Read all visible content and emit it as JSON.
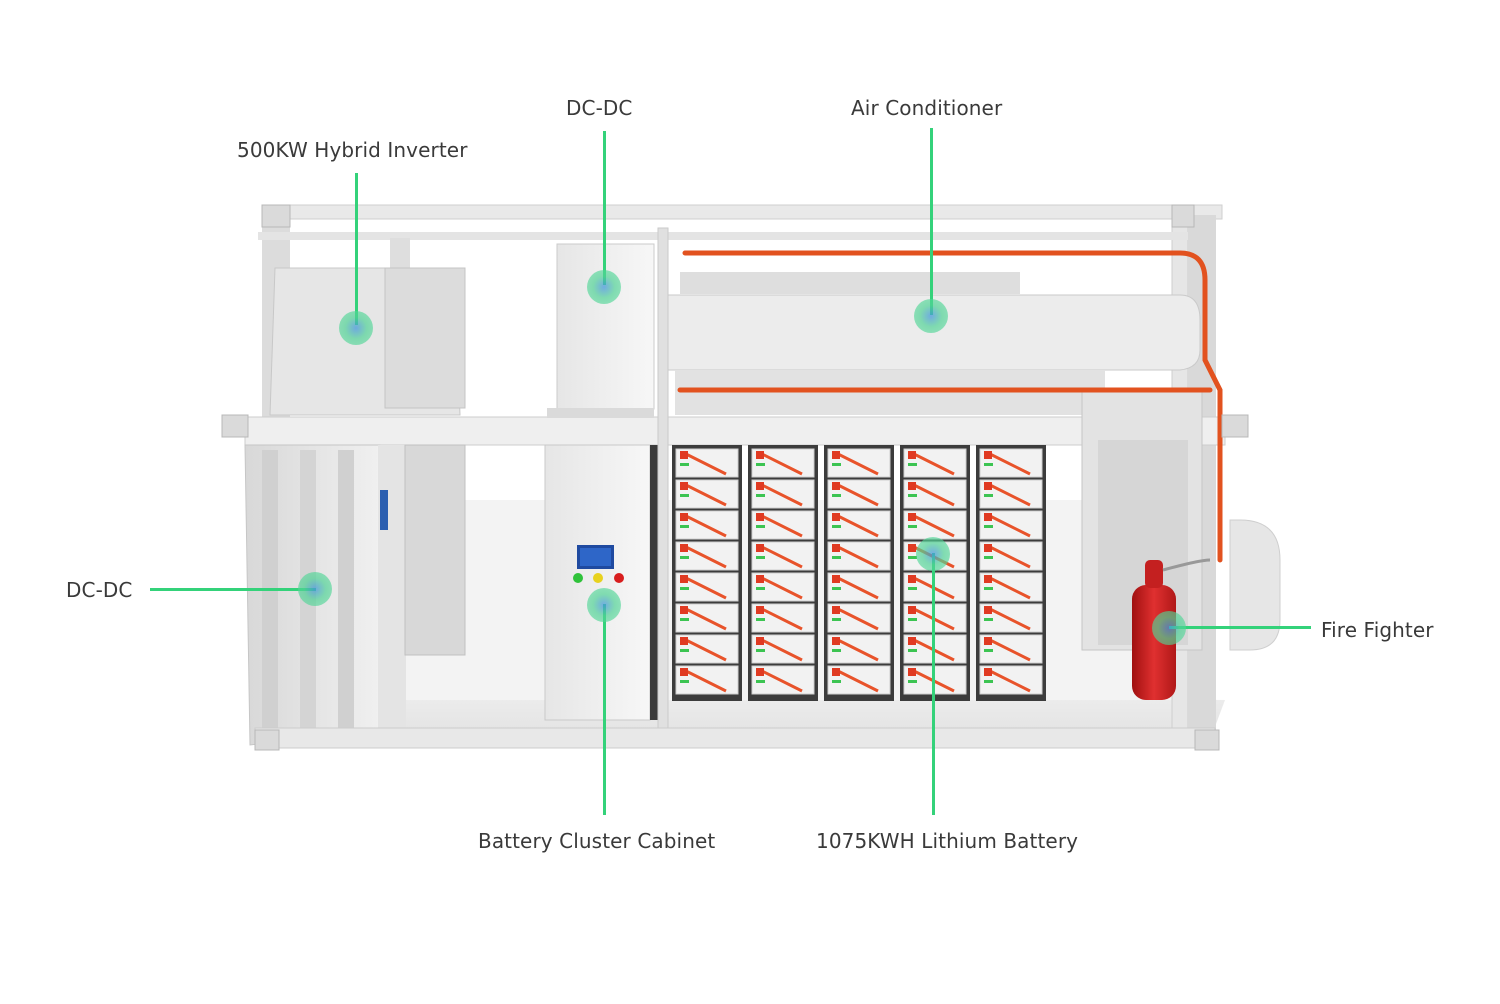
{
  "diagram": {
    "subject": "Containerized battery energy storage system",
    "accent_color": "#34d27a",
    "callouts": [
      {
        "id": "hybrid-inverter",
        "label": "500KW Hybrid Inverter"
      },
      {
        "id": "dcdc-top",
        "label": "DC-DC"
      },
      {
        "id": "air-conditioner",
        "label": "Air Conditioner"
      },
      {
        "id": "dcdc-left",
        "label": "DC-DC"
      },
      {
        "id": "fire-fighter",
        "label": "Fire Fighter"
      },
      {
        "id": "battery-cluster-cabinet",
        "label": "Battery Cluster Cabinet"
      },
      {
        "id": "lithium-battery",
        "label": "1075KWH Lithium Battery"
      }
    ]
  }
}
